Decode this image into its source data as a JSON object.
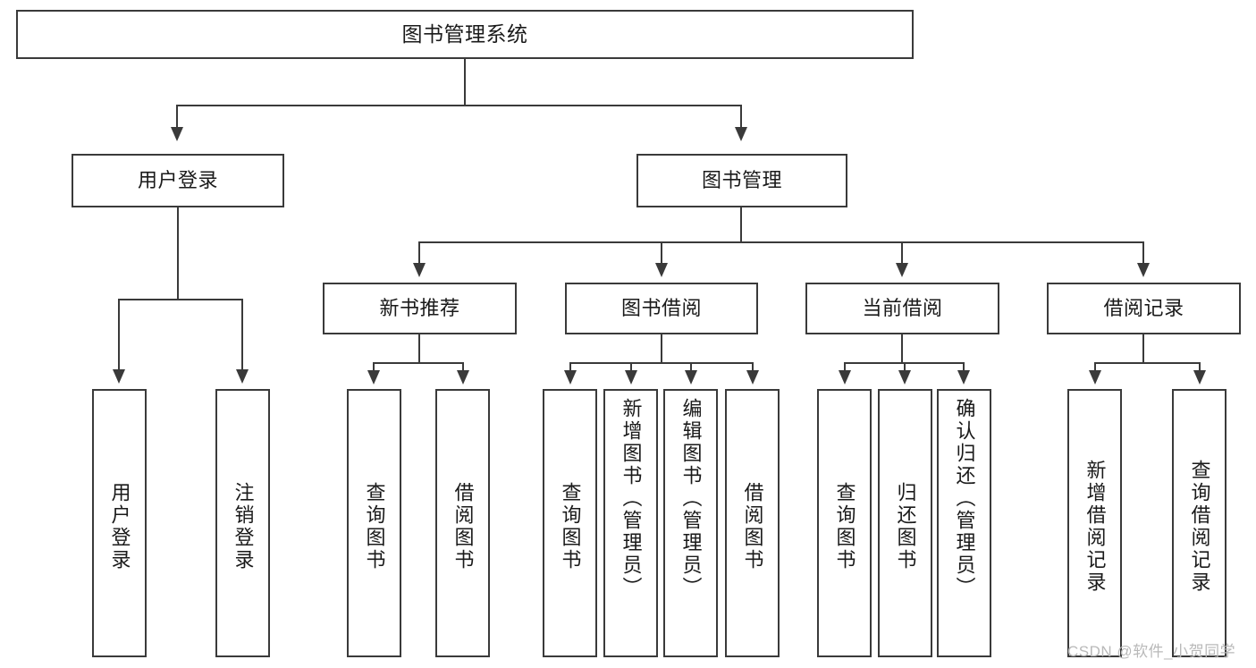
{
  "diagram": {
    "title": "图书管理系统",
    "root": {
      "label": "图书管理系统"
    },
    "level1": [
      {
        "label": "用户登录"
      },
      {
        "label": "图书管理"
      }
    ],
    "level2": [
      {
        "label": "新书推荐"
      },
      {
        "label": "图书借阅"
      },
      {
        "label": "当前借阅"
      },
      {
        "label": "借阅记录"
      }
    ],
    "leaves": {
      "user_login": [
        {
          "label": "用户登录"
        },
        {
          "label": "注销登录"
        }
      ],
      "new_book_recommend": [
        {
          "label": "查询图书"
        },
        {
          "label": "借阅图书"
        }
      ],
      "book_borrow": [
        {
          "label": "查询图书"
        },
        {
          "label": "新增图书（管理员）"
        },
        {
          "label": "编辑图书（管理员）"
        },
        {
          "label": "借阅图书"
        }
      ],
      "current_borrow": [
        {
          "label": "查询图书"
        },
        {
          "label": "归还图书"
        },
        {
          "label": "确认归还（管理员）"
        }
      ],
      "borrow_record": [
        {
          "label": "新增借阅记录"
        },
        {
          "label": "查询借阅记录"
        }
      ]
    }
  },
  "watermark": {
    "text": "CSDN @软件_小贺同学"
  },
  "colors": {
    "stroke": "#3a3a3a",
    "fill": "#ffffff",
    "text": "#1a1a1a",
    "watermark": "#b9b9b9"
  }
}
